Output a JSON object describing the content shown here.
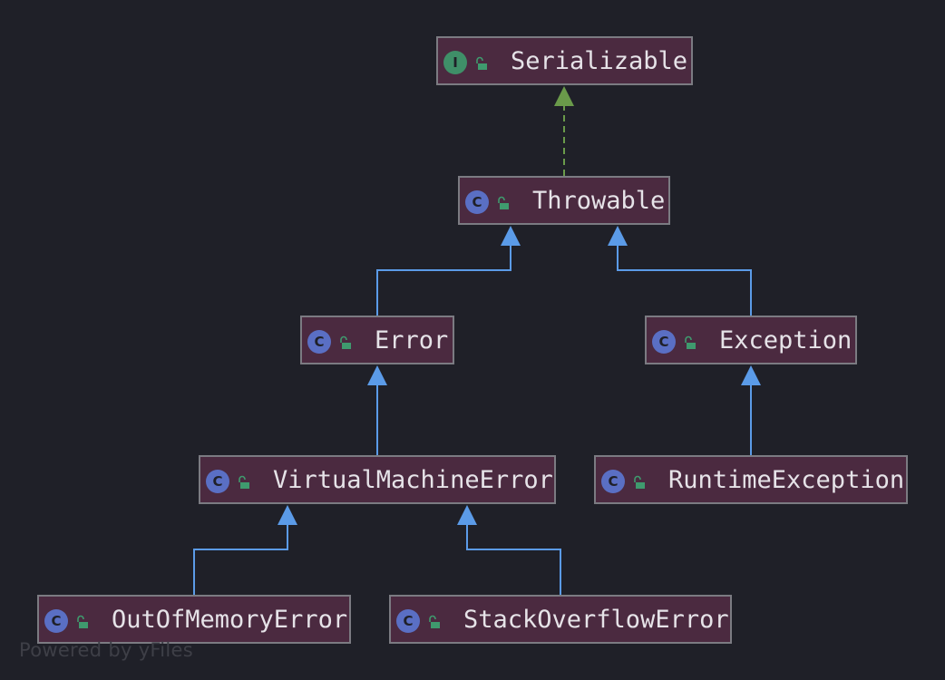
{
  "colors": {
    "background": "#1f2028",
    "node_fill": "#4b2a40",
    "node_border": "#7b7b82",
    "label_text": "#e6e3e8",
    "class_badge": "#5a6fc4",
    "interface_badge": "#3f8f68",
    "lock_icon": "#3f9a6e",
    "extends_edge": "#5b9be8",
    "implements_edge": "#6a9a4a",
    "watermark": "#3e3f47"
  },
  "nodes": [
    {
      "id": "serializable",
      "label": "Serializable",
      "kind": "I",
      "kind_icon": "interface-badge-icon",
      "visibility_icon": "public-lock-icon"
    },
    {
      "id": "throwable",
      "label": "Throwable",
      "kind": "C",
      "kind_icon": "class-badge-icon",
      "visibility_icon": "public-lock-icon"
    },
    {
      "id": "error",
      "label": "Error",
      "kind": "C",
      "kind_icon": "class-badge-icon",
      "visibility_icon": "public-lock-icon"
    },
    {
      "id": "exception",
      "label": "Exception",
      "kind": "C",
      "kind_icon": "class-badge-icon",
      "visibility_icon": "public-lock-icon"
    },
    {
      "id": "virtualmachineerror",
      "label": "VirtualMachineError",
      "kind": "C",
      "kind_icon": "abstract-class-badge-icon",
      "visibility_icon": "public-lock-icon"
    },
    {
      "id": "runtimeexception",
      "label": "RuntimeException",
      "kind": "C",
      "kind_icon": "class-badge-icon",
      "visibility_icon": "public-lock-icon"
    },
    {
      "id": "outofmemoryerror",
      "label": "OutOfMemoryError",
      "kind": "C",
      "kind_icon": "class-badge-icon",
      "visibility_icon": "public-lock-icon"
    },
    {
      "id": "stackoverflowerror",
      "label": "StackOverflowError",
      "kind": "C",
      "kind_icon": "class-badge-icon",
      "visibility_icon": "public-lock-icon"
    }
  ],
  "edges": [
    {
      "from": "throwable",
      "to": "serializable",
      "type": "implements"
    },
    {
      "from": "error",
      "to": "throwable",
      "type": "extends"
    },
    {
      "from": "exception",
      "to": "throwable",
      "type": "extends"
    },
    {
      "from": "virtualmachineerror",
      "to": "error",
      "type": "extends"
    },
    {
      "from": "runtimeexception",
      "to": "exception",
      "type": "extends"
    },
    {
      "from": "outofmemoryerror",
      "to": "virtualmachineerror",
      "type": "extends"
    },
    {
      "from": "stackoverflowerror",
      "to": "virtualmachineerror",
      "type": "extends"
    }
  ],
  "watermark": "Powered by yFiles"
}
